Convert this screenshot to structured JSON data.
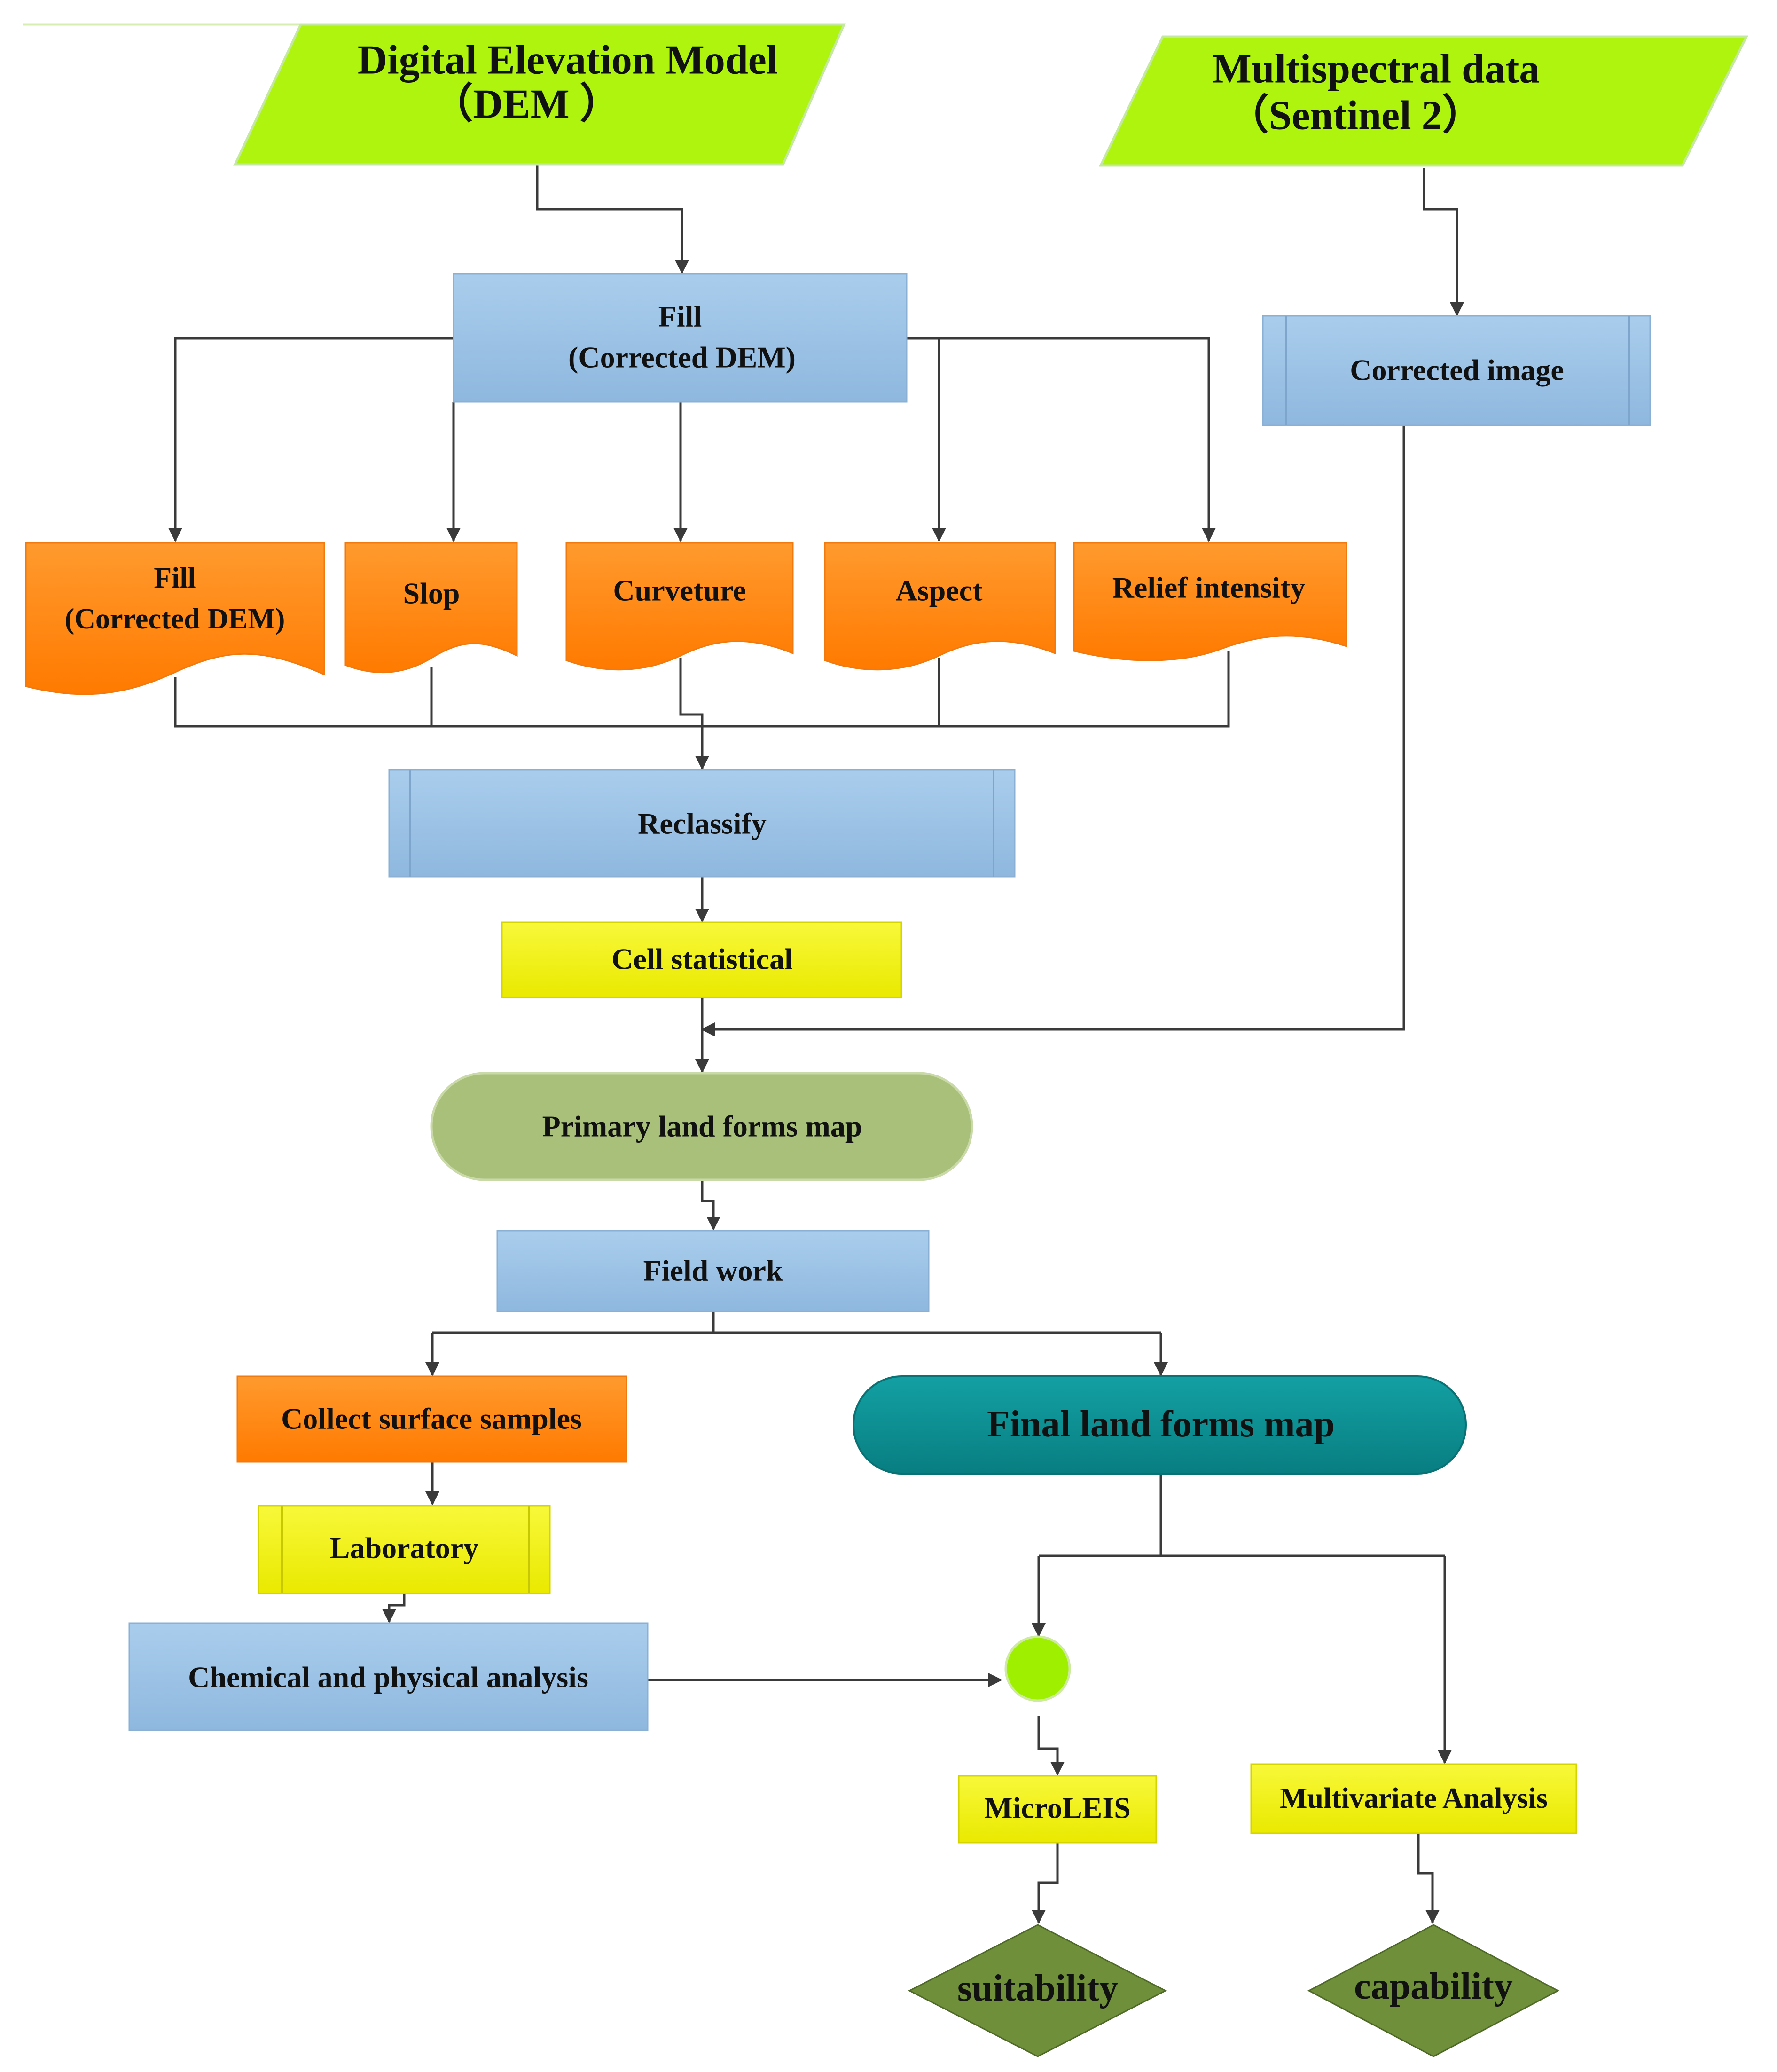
{
  "colors": {
    "input_green": "#aef40e",
    "process_blue": "#9cc3e5",
    "document_orange": "#ff8c1a",
    "statistic_yellow": "#f3f300",
    "primary_map_olive": "#a9c07a",
    "final_map_teal": "#0d8f92",
    "junction_green": "#9ef000",
    "decision_olive": "#6f8f3a",
    "connector": "#3a3a3a"
  },
  "inputs": {
    "dem_line1": "Digital Elevation Model",
    "dem_line2": "（DEM ）",
    "ms_line1": "Multispectral data",
    "ms_line2": "（Sentinel 2）"
  },
  "processes": {
    "fill_line1": "Fill",
    "fill_line2": "(Corrected DEM)",
    "corrected_image": "Corrected image",
    "reclassify": "Reclassify",
    "field_work": "Field work",
    "chemical_physical": "Chemical and physical analysis"
  },
  "derivatives": {
    "fill_line1": "Fill",
    "fill_line2": "(Corrected DEM)",
    "slope": "Slop",
    "curvature": "Curveture",
    "aspect": "Aspect",
    "relief": "Relief intensity"
  },
  "steps": {
    "cell_statistical": "Cell statistical",
    "collect_samples": "Collect surface samples",
    "laboratory": "Laboratory",
    "microleis": "MicroLEIS",
    "multivariate": "Multivariate Analysis"
  },
  "maps": {
    "primary": "Primary land forms map",
    "final": "Final land forms map"
  },
  "outcomes": {
    "suitability": "suitability",
    "capability": "capability"
  }
}
